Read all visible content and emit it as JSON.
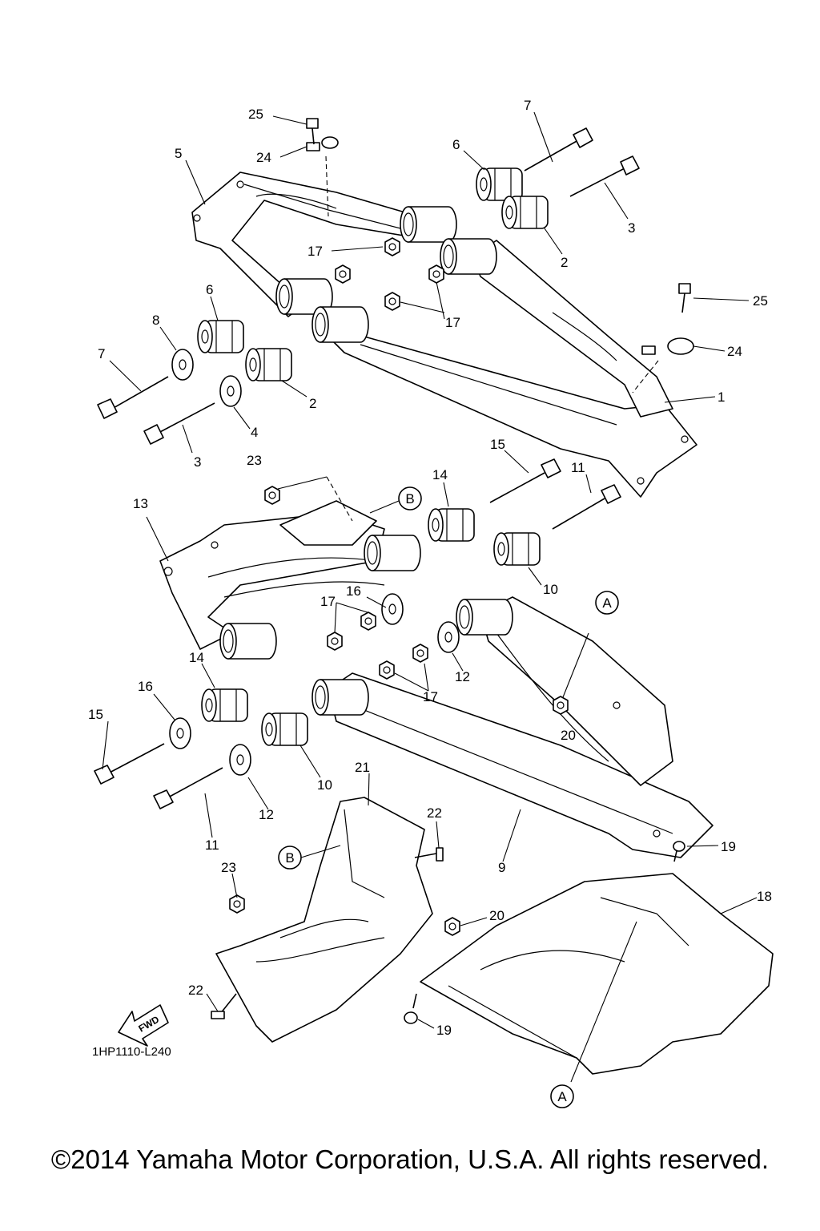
{
  "diagram": {
    "callouts": [
      {
        "id": "c25a",
        "label": "25"
      },
      {
        "id": "c7a",
        "label": "7"
      },
      {
        "id": "c5",
        "label": "5"
      },
      {
        "id": "c24a",
        "label": "24"
      },
      {
        "id": "c6a",
        "label": "6"
      },
      {
        "id": "c3a",
        "label": "3"
      },
      {
        "id": "c17a",
        "label": "17"
      },
      {
        "id": "c2a",
        "label": "2"
      },
      {
        "id": "c6b",
        "label": "6"
      },
      {
        "id": "c25b",
        "label": "25"
      },
      {
        "id": "c8",
        "label": "8"
      },
      {
        "id": "c17b",
        "label": "17"
      },
      {
        "id": "c24b",
        "label": "24"
      },
      {
        "id": "c7b",
        "label": "7"
      },
      {
        "id": "c2b",
        "label": "2"
      },
      {
        "id": "c1",
        "label": "1"
      },
      {
        "id": "c4",
        "label": "4"
      },
      {
        "id": "c3b",
        "label": "3"
      },
      {
        "id": "c15a",
        "label": "15"
      },
      {
        "id": "c23a",
        "label": "23"
      },
      {
        "id": "c14a",
        "label": "14"
      },
      {
        "id": "c11a",
        "label": "11"
      },
      {
        "id": "c13",
        "label": "13"
      },
      {
        "id": "c10a",
        "label": "10"
      },
      {
        "id": "c17c",
        "label": "17"
      },
      {
        "id": "c16a",
        "label": "16"
      },
      {
        "id": "c14b",
        "label": "14"
      },
      {
        "id": "c12a",
        "label": "12"
      },
      {
        "id": "c16b",
        "label": "16"
      },
      {
        "id": "c17d",
        "label": "17"
      },
      {
        "id": "c15b",
        "label": "15"
      },
      {
        "id": "c20a",
        "label": "20"
      },
      {
        "id": "c21",
        "label": "21"
      },
      {
        "id": "c10b",
        "label": "10"
      },
      {
        "id": "c12b",
        "label": "12"
      },
      {
        "id": "c22a",
        "label": "22"
      },
      {
        "id": "c11b",
        "label": "11"
      },
      {
        "id": "c9",
        "label": "9"
      },
      {
        "id": "c19a",
        "label": "19"
      },
      {
        "id": "c23b",
        "label": "23"
      },
      {
        "id": "c18",
        "label": "18"
      },
      {
        "id": "c20b",
        "label": "20"
      },
      {
        "id": "c22b",
        "label": "22"
      },
      {
        "id": "c19b",
        "label": "19"
      }
    ],
    "reference_marks": [
      {
        "id": "rB1",
        "label": "B"
      },
      {
        "id": "rA1",
        "label": "A"
      },
      {
        "id": "rB2",
        "label": "B"
      },
      {
        "id": "rA2",
        "label": "A"
      }
    ],
    "fwd_label": "FWD",
    "figure_code": "1HP1110-L240"
  },
  "footer": {
    "copyright": "©2014 Yamaha Motor Corporation, U.S.A. All rights reserved."
  }
}
